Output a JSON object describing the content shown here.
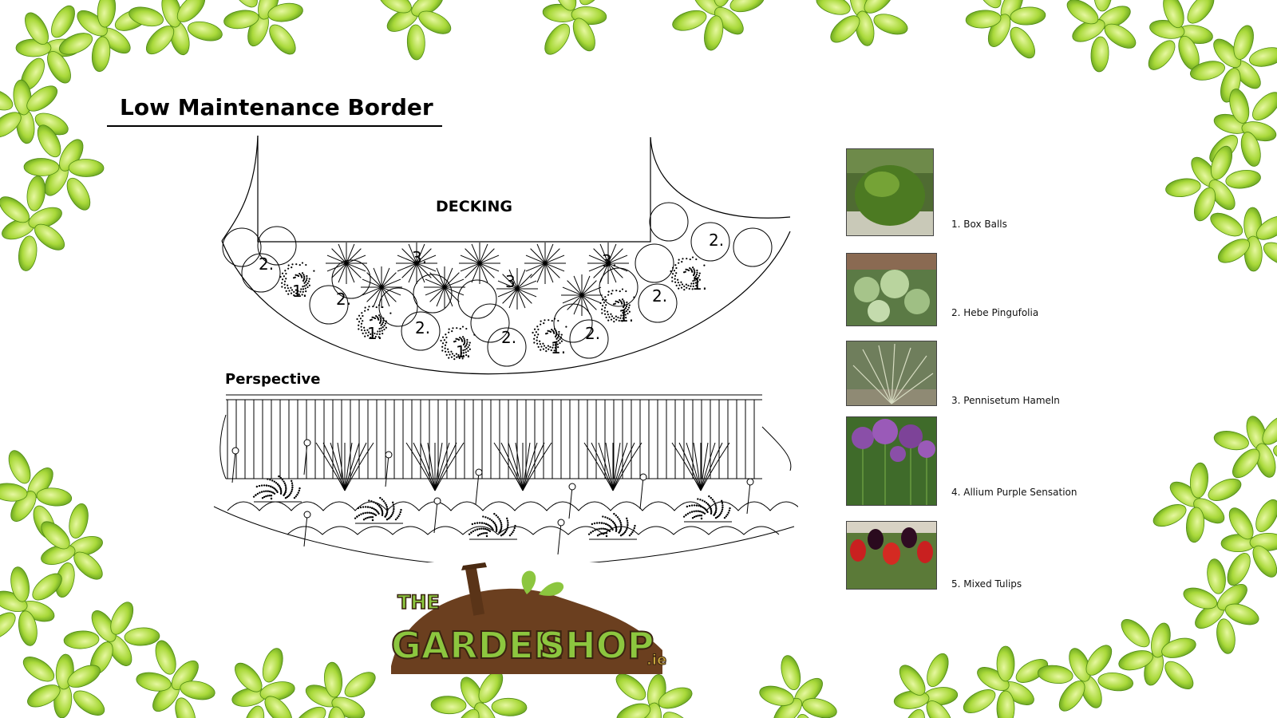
{
  "title": "Low Maintenance Border",
  "plan": {
    "decking_label": "DECKING",
    "perspective_label": "Perspective"
  },
  "plants": [
    {
      "label": "1. Box Balls",
      "icon": "box-ball-photo"
    },
    {
      "label": "2. Hebe Pingufolia",
      "icon": "hebe-photo"
    },
    {
      "label": "3. Pennisetum Hameln",
      "icon": "grass-photo"
    },
    {
      "label": "4. Allium Purple Sensation",
      "icon": "allium-photo"
    },
    {
      "label": "5. Mixed Tulips",
      "icon": "tulip-photo"
    }
  ],
  "logo": {
    "the": "THE",
    "garden": "GARDEN",
    "shop": "SHOP",
    "tld": ".ie"
  },
  "colors": {
    "leaf_light": "#c8e85a",
    "leaf_mid": "#9ccf2f",
    "leaf_dark": "#5f9e1c",
    "logo_green": "#8cc63f",
    "logo_brown": "#6b3f1f"
  }
}
